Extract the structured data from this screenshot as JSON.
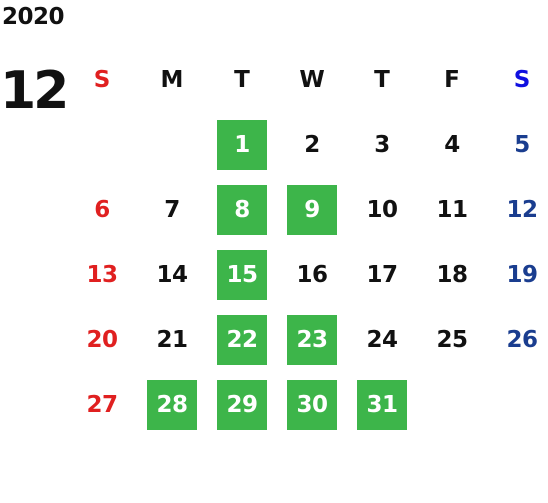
{
  "calendar": {
    "year": "2020",
    "month": "12",
    "weekdays": [
      "S",
      "M",
      "T",
      "W",
      "T",
      "F",
      "S"
    ],
    "colors": {
      "highlight": "#3db54a",
      "sunday": "#e02020",
      "saturday_header": "#1010e0",
      "saturday": "#1a3d8f"
    },
    "weeks": [
      [
        null,
        null,
        "1",
        "2",
        "3",
        "4",
        "5"
      ],
      [
        "6",
        "7",
        "8",
        "9",
        "10",
        "11",
        "12"
      ],
      [
        "13",
        "14",
        "15",
        "16",
        "17",
        "18",
        "19"
      ],
      [
        "20",
        "21",
        "22",
        "23",
        "24",
        "25",
        "26"
      ],
      [
        "27",
        "28",
        "29",
        "30",
        "31",
        null,
        null
      ]
    ],
    "highlighted_days": [
      "1",
      "8",
      "9",
      "15",
      "22",
      "23",
      "28",
      "29",
      "30",
      "31"
    ]
  }
}
